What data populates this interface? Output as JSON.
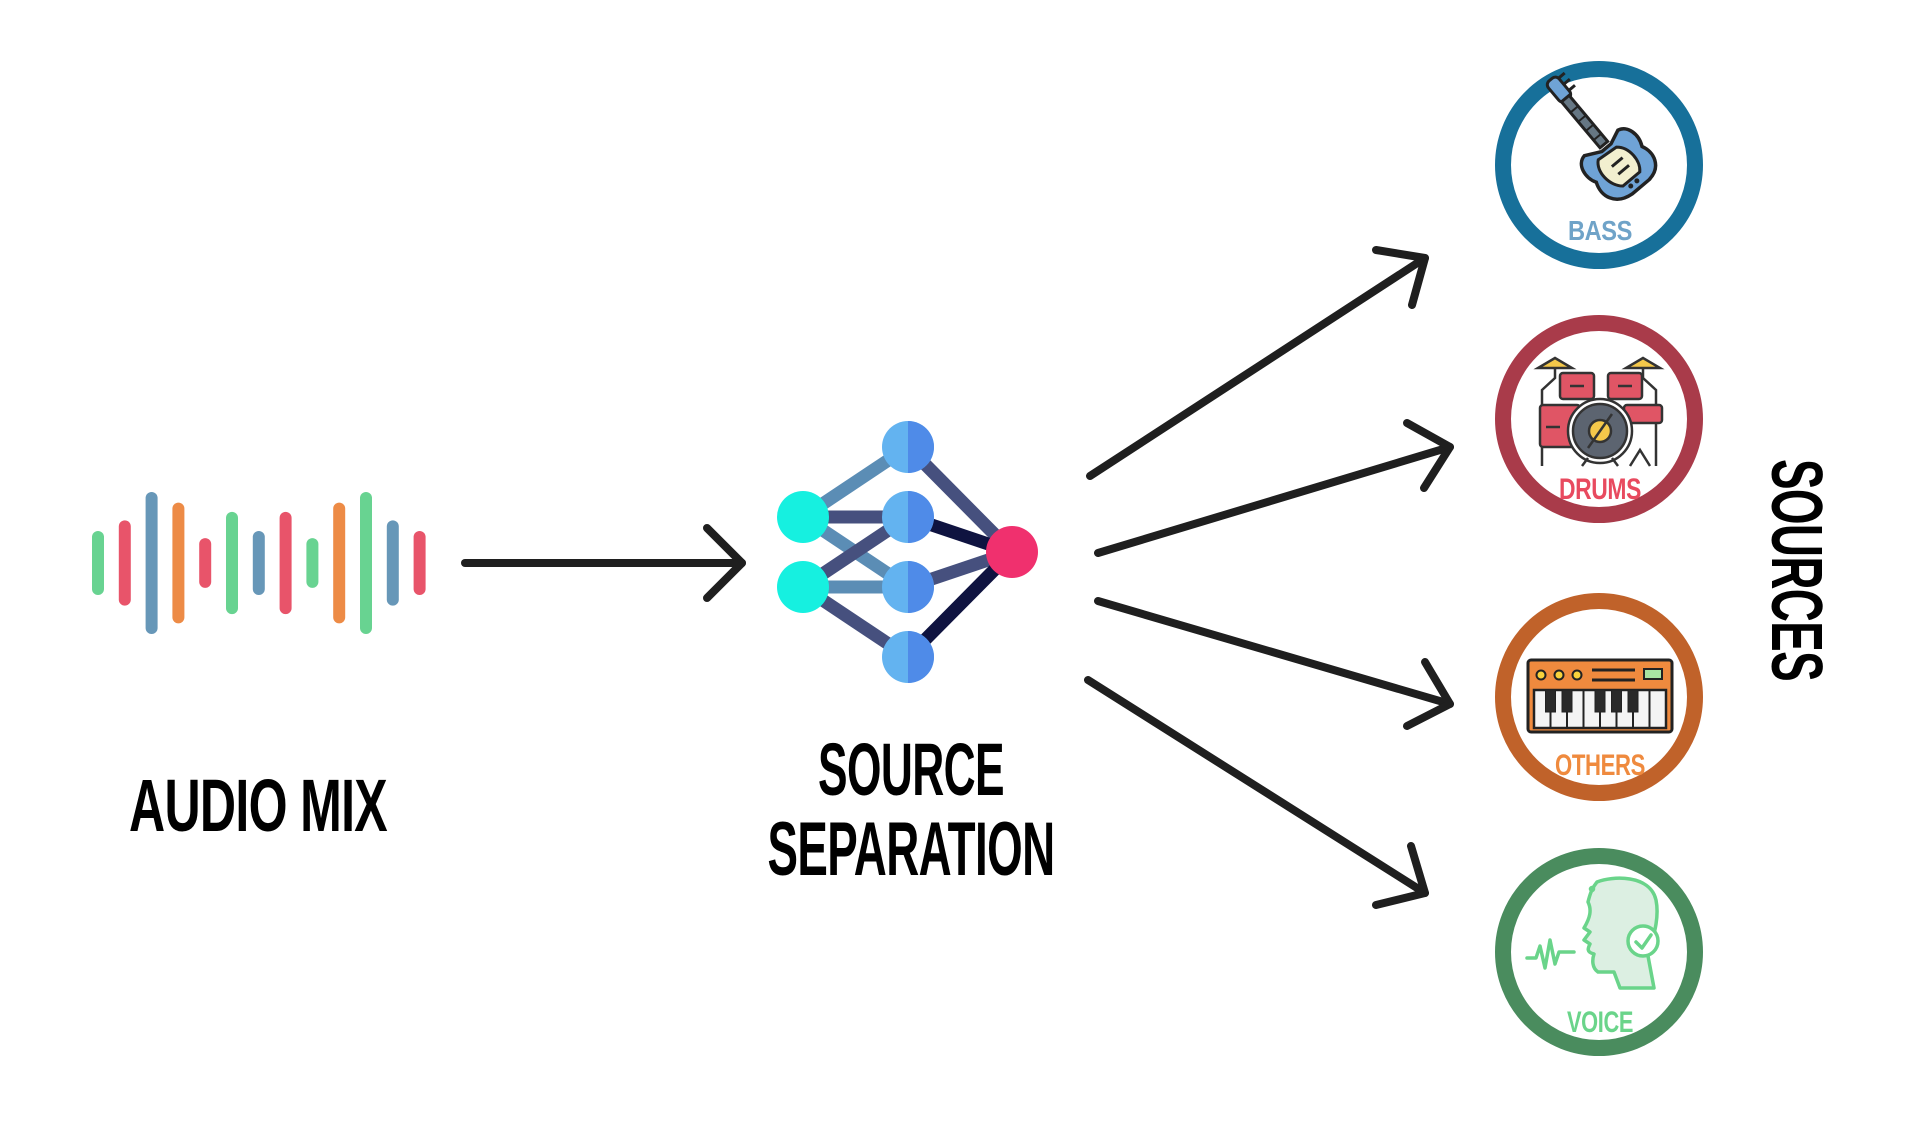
{
  "diagram": {
    "input": {
      "label": "AUDIO MIX",
      "waveform_icon": "audio-waveform-icon",
      "bar_levels": [
        0.45,
        0.6,
        1.0,
        0.85,
        0.35,
        0.72,
        0.45,
        0.72,
        0.35,
        0.85,
        1.0,
        0.6,
        0.45
      ],
      "bar_colors": [
        "#68d391",
        "#e8546a",
        "#6797b8",
        "#ed8b46",
        "#e8546a",
        "#68d391",
        "#6797b8",
        "#e8546a",
        "#68d391",
        "#ed8b46",
        "#68d391",
        "#6797b8",
        "#e8546a"
      ]
    },
    "model": {
      "label_line1": "SOURCE",
      "label_line2": "SEPARATION",
      "icon": "neural-network-icon",
      "colors": {
        "input_node": "#16f0e0",
        "hidden_node_light": "#63b3f0",
        "hidden_node_dark": "#4f8be8",
        "output_node": "#f0306e",
        "edge_light": "#5b8db5",
        "edge_mid": "#46507e",
        "edge_dark": "#0f1340"
      }
    },
    "outputs_title": "SOURCES",
    "sources": [
      {
        "id": "bass",
        "label": "BASS",
        "icon": "bass-guitar-icon",
        "ring_color": "#17709a",
        "label_color": "#6fa3c8"
      },
      {
        "id": "drums",
        "label": "DRUMS",
        "icon": "drum-kit-icon",
        "ring_color": "#a93b4a",
        "label_color": "#e84a5f"
      },
      {
        "id": "others",
        "label": "OTHERS",
        "icon": "keyboard-synth-icon",
        "ring_color": "#c0622a",
        "label_color": "#ef8a3e"
      },
      {
        "id": "voice",
        "label": "VOICE",
        "icon": "speaking-head-icon",
        "ring_color": "#4a8c5e",
        "label_color": "#6ad48a"
      }
    ],
    "arrow_color": "#1f1f1f"
  }
}
